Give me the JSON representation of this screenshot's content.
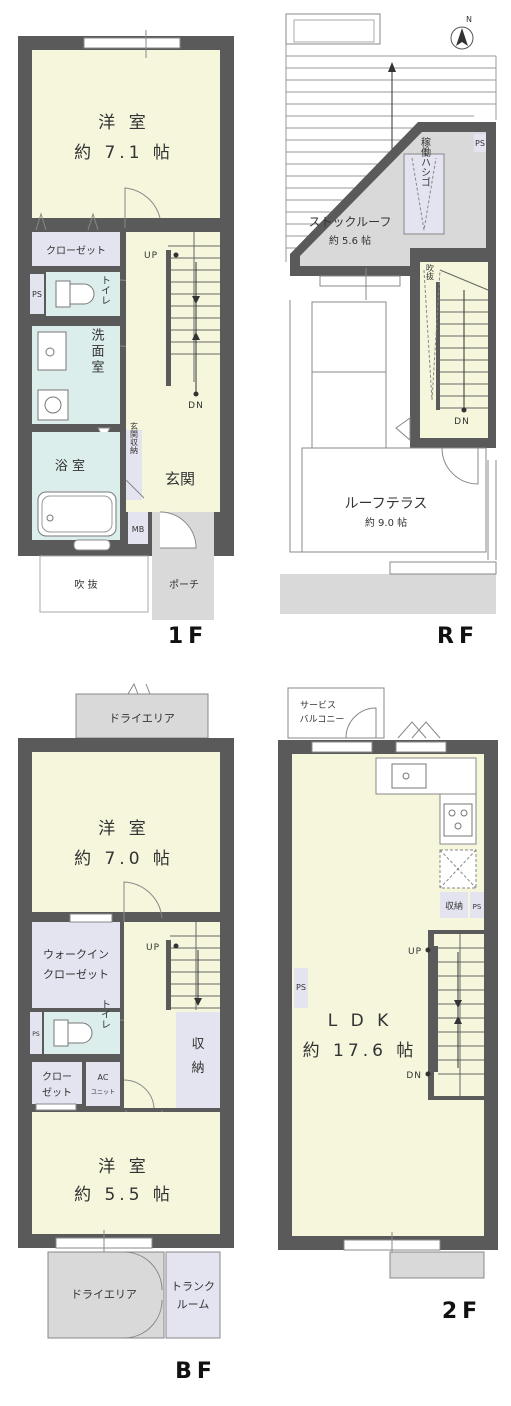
{
  "floors": {
    "f1": {
      "label": "1F",
      "western_room": [
        "洋 室",
        "約 7.1 帖"
      ],
      "closet": "クローゼット",
      "ps": "PS",
      "toilet": "トイレ",
      "washroom": "洗面室",
      "bath": "浴 室",
      "storage": "玄関収納",
      "entrance": "玄関",
      "mb": "MB",
      "void": "吹 抜",
      "porch": "ポーチ",
      "up": "UP",
      "dn": "DN"
    },
    "rf": {
      "label": "RF",
      "stock_roof": [
        "ストックルーフ",
        "約 5.6 帖"
      ],
      "ladder": "稼働ハシゴ",
      "ps": "PS",
      "void": "吹抜",
      "dn": "DN",
      "roof_terrace": [
        "ルーフテラス",
        "約 9.0 帖"
      ],
      "north": "N"
    },
    "bf": {
      "label": "BF",
      "dry_area_top": "ドライエリア",
      "western_room_1": [
        "洋 室",
        "約 7.0 帖"
      ],
      "wic": [
        "ウォークイン",
        "クローゼット"
      ],
      "ps": "PS",
      "toilet": "トイレ",
      "closet": [
        "クロー",
        "ゼット"
      ],
      "ac": [
        "AC",
        "ユニット"
      ],
      "storage": [
        "収",
        "納"
      ],
      "up": "UP",
      "western_room_2": [
        "洋 室",
        "約 5.5 帖"
      ],
      "dry_area_bottom": "ドライエリア",
      "trunk_room": [
        "トランク",
        "ルーム"
      ]
    },
    "f2": {
      "label": "2F",
      "service_balcony": [
        "サービス",
        "バルコニー"
      ],
      "storage": "収納",
      "ps_right": "PS",
      "ps_left": "PS",
      "up": "UP",
      "dn": "DN",
      "ldk": [
        "L D K",
        "約 17.6 帖"
      ]
    }
  },
  "colors": {
    "wall": "#5a5a5a",
    "yellow_room": "#f5f6dc",
    "blue_room": "#dceeec",
    "lavender": "#e4e4f0",
    "gray_area": "#d9d9d9",
    "outline": "#888888"
  }
}
